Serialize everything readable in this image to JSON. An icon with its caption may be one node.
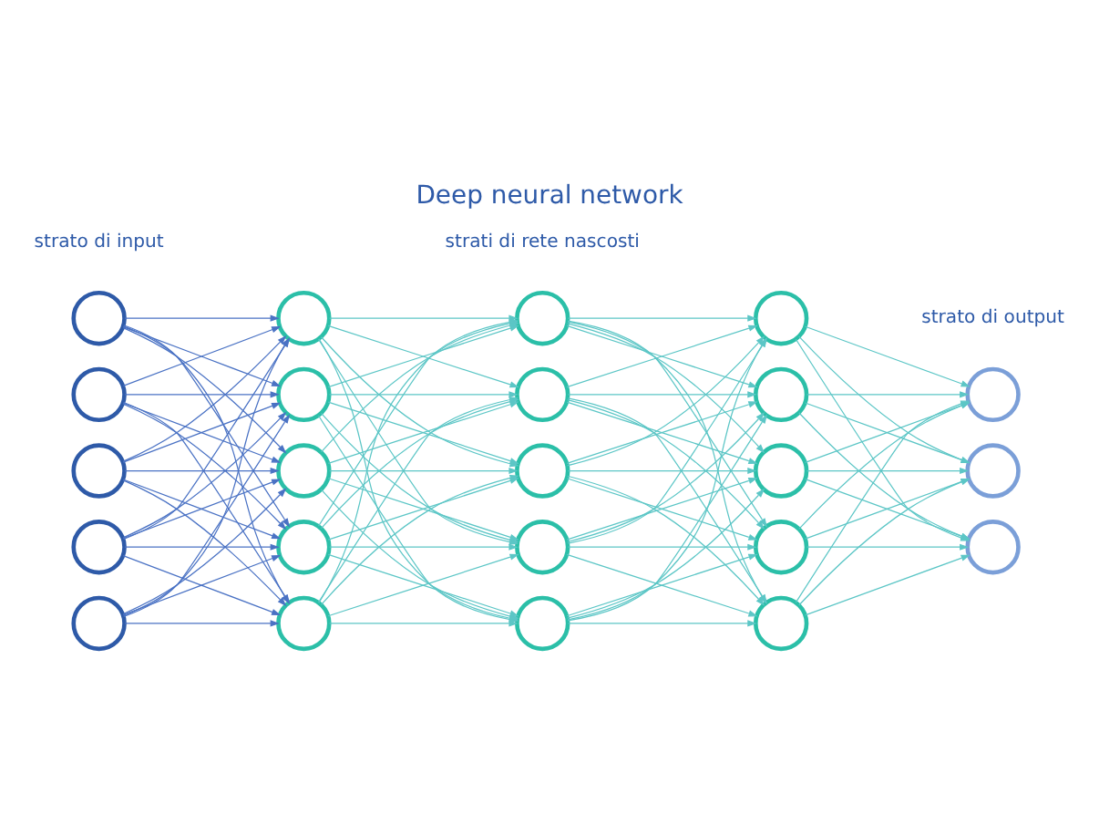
{
  "diagram": {
    "title": "Deep neural network",
    "nodes": [
      {
        "text": [],
        "shape": "circle"
      },
      {
        "text": [],
        "shape": "circle"
      },
      {
        "text": [],
        "shape": "circle"
      },
      {
        "text": [],
        "shape": "circle"
      },
      {
        "text": [],
        "shape": "circle"
      },
      {
        "text": [],
        "shape": "circle"
      },
      {
        "text": [],
        "shape": "circle"
      },
      {
        "text": [],
        "shape": "circle"
      },
      {
        "text": [],
        "shape": "circle"
      },
      {
        "text": [],
        "shape": "circle"
      },
      {
        "text": [],
        "shape": "circle"
      },
      {
        "text": [],
        "shape": "circle"
      },
      {
        "text": [],
        "shape": "circle"
      },
      {
        "text": [],
        "shape": "circle"
      },
      {
        "text": [],
        "shape": "circle"
      },
      {
        "text": [],
        "shape": "circle"
      },
      {
        "text": [],
        "shape": "circle"
      },
      {
        "text": [],
        "shape": "circle"
      },
      {
        "text": [],
        "shape": "circle"
      },
      {
        "text": [],
        "shape": "circle"
      },
      {
        "text": [],
        "shape": "circle"
      },
      {
        "text": [],
        "shape": "circle"
      },
      {
        "text": [],
        "shape": "circle"
      }
    ],
    "edges": [
      {
        "from": 0,
        "to": 5,
        "arrow": "to",
        "color": "#4a72c4"
      },
      {
        "from": 0,
        "to": 6,
        "arrow": "to",
        "color": "#4a72c4"
      },
      {
        "from": 0,
        "to": 7,
        "arrow": "to",
        "color": "#4a72c4"
      },
      {
        "from": 0,
        "to": 8,
        "arrow": "to",
        "color": "#4a72c4"
      },
      {
        "from": 0,
        "to": 9,
        "arrow": "to",
        "color": "#4a72c4"
      },
      {
        "from": 1,
        "to": 5,
        "arrow": "to",
        "color": "#4a72c4"
      },
      {
        "from": 1,
        "to": 6,
        "arrow": "to",
        "color": "#4a72c4"
      },
      {
        "from": 1,
        "to": 7,
        "arrow": "to",
        "color": "#4a72c4"
      },
      {
        "from": 1,
        "to": 8,
        "arrow": "to",
        "color": "#4a72c4"
      },
      {
        "from": 1,
        "to": 9,
        "arrow": "to",
        "color": "#4a72c4"
      },
      {
        "from": 2,
        "to": 5,
        "arrow": "to",
        "color": "#4a72c4"
      },
      {
        "from": 2,
        "to": 6,
        "arrow": "to",
        "color": "#4a72c4"
      },
      {
        "from": 2,
        "to": 7,
        "arrow": "to",
        "color": "#4a72c4"
      },
      {
        "from": 2,
        "to": 8,
        "arrow": "to",
        "color": "#4a72c4"
      },
      {
        "from": 2,
        "to": 9,
        "arrow": "to",
        "color": "#4a72c4"
      },
      {
        "from": 3,
        "to": 5,
        "arrow": "to",
        "color": "#4a72c4"
      },
      {
        "from": 3,
        "to": 6,
        "arrow": "to",
        "color": "#4a72c4"
      },
      {
        "from": 3,
        "to": 7,
        "arrow": "to",
        "color": "#4a72c4"
      },
      {
        "from": 3,
        "to": 8,
        "arrow": "to",
        "color": "#4a72c4"
      },
      {
        "from": 3,
        "to": 9,
        "arrow": "to",
        "color": "#4a72c4"
      },
      {
        "from": 4,
        "to": 5,
        "arrow": "to",
        "color": "#4a72c4"
      },
      {
        "from": 4,
        "to": 6,
        "arrow": "to",
        "color": "#4a72c4"
      },
      {
        "from": 4,
        "to": 7,
        "arrow": "to",
        "color": "#4a72c4"
      },
      {
        "from": 4,
        "to": 8,
        "arrow": "to",
        "color": "#4a72c4"
      },
      {
        "from": 4,
        "to": 9,
        "arrow": "to",
        "color": "#4a72c4"
      },
      {
        "from": 5,
        "to": 10,
        "arrow": "to"
      },
      {
        "from": 5,
        "to": 11,
        "arrow": "to"
      },
      {
        "from": 5,
        "to": 12,
        "arrow": "to"
      },
      {
        "from": 5,
        "to": 13,
        "arrow": "to"
      },
      {
        "from": 5,
        "to": 14,
        "arrow": "to"
      },
      {
        "from": 6,
        "to": 10,
        "arrow": "to"
      },
      {
        "from": 6,
        "to": 11,
        "arrow": "to"
      },
      {
        "from": 6,
        "to": 12,
        "arrow": "to"
      },
      {
        "from": 6,
        "to": 13,
        "arrow": "to"
      },
      {
        "from": 6,
        "to": 14,
        "arrow": "to"
      },
      {
        "from": 7,
        "to": 10,
        "arrow": "to"
      },
      {
        "from": 7,
        "to": 11,
        "arrow": "to"
      },
      {
        "from": 7,
        "to": 12,
        "arrow": "to"
      },
      {
        "from": 7,
        "to": 13,
        "arrow": "to"
      },
      {
        "from": 7,
        "to": 14,
        "arrow": "to"
      },
      {
        "from": 8,
        "to": 10,
        "arrow": "to"
      },
      {
        "from": 8,
        "to": 11,
        "arrow": "to"
      },
      {
        "from": 8,
        "to": 12,
        "arrow": "to"
      },
      {
        "from": 8,
        "to": 13,
        "arrow": "to"
      },
      {
        "from": 8,
        "to": 14,
        "arrow": "to"
      },
      {
        "from": 9,
        "to": 10,
        "arrow": "to"
      },
      {
        "from": 9,
        "to": 11,
        "arrow": "to"
      },
      {
        "from": 9,
        "to": 12,
        "arrow": "to"
      },
      {
        "from": 9,
        "to": 13,
        "arrow": "to"
      },
      {
        "from": 9,
        "to": 14,
        "arrow": "to"
      },
      {
        "from": 10,
        "to": 15,
        "arrow": "to"
      },
      {
        "from": 10,
        "to": 16,
        "arrow": "to"
      },
      {
        "from": 10,
        "to": 17,
        "arrow": "to"
      },
      {
        "from": 10,
        "to": 18,
        "arrow": "to"
      },
      {
        "from": 10,
        "to": 19,
        "arrow": "to"
      },
      {
        "from": 11,
        "to": 15,
        "arrow": "to"
      },
      {
        "from": 11,
        "to": 16,
        "arrow": "to"
      },
      {
        "from": 11,
        "to": 17,
        "arrow": "to"
      },
      {
        "from": 11,
        "to": 18,
        "arrow": "to"
      },
      {
        "from": 11,
        "to": 19,
        "arrow": "to"
      },
      {
        "from": 12,
        "to": 15,
        "arrow": "to"
      },
      {
        "from": 12,
        "to": 16,
        "arrow": "to"
      },
      {
        "from": 12,
        "to": 17,
        "arrow": "to"
      },
      {
        "from": 12,
        "to": 18,
        "arrow": "to"
      },
      {
        "from": 12,
        "to": 19,
        "arrow": "to"
      },
      {
        "from": 13,
        "to": 15,
        "arrow": "to"
      },
      {
        "from": 13,
        "to": 16,
        "arrow": "to"
      },
      {
        "from": 13,
        "to": 17,
        "arrow": "to"
      },
      {
        "from": 13,
        "to": 18,
        "arrow": "to"
      },
      {
        "from": 13,
        "to": 19,
        "arrow": "to"
      },
      {
        "from": 14,
        "to": 15,
        "arrow": "to"
      },
      {
        "from": 14,
        "to": 16,
        "arrow": "to"
      },
      {
        "from": 14,
        "to": 17,
        "arrow": "to"
      },
      {
        "from": 14,
        "to": 18,
        "arrow": "to"
      },
      {
        "from": 14,
        "to": 19,
        "arrow": "to"
      },
      {
        "from": 15,
        "to": 20,
        "arrow": "to"
      },
      {
        "from": 15,
        "to": 21,
        "arrow": "to"
      },
      {
        "from": 15,
        "to": 22,
        "arrow": "to"
      },
      {
        "from": 16,
        "to": 20,
        "arrow": "to"
      },
      {
        "from": 16,
        "to": 21,
        "arrow": "to"
      },
      {
        "from": 16,
        "to": 22,
        "arrow": "to"
      },
      {
        "from": 17,
        "to": 20,
        "arrow": "to"
      },
      {
        "from": 17,
        "to": 21,
        "arrow": "to"
      },
      {
        "from": 17,
        "to": 22,
        "arrow": "to"
      },
      {
        "from": 18,
        "to": 20,
        "arrow": "to"
      },
      {
        "from": 18,
        "to": 21,
        "arrow": "to"
      },
      {
        "from": 18,
        "to": 22,
        "arrow": "to"
      },
      {
        "from": 19,
        "to": 20,
        "arrow": "to"
      },
      {
        "from": 19,
        "to": 21,
        "arrow": "to"
      },
      {
        "from": 19,
        "to": 22,
        "arrow": "to"
      }
    ],
    "labels": [
      "strato di input",
      "strati di rete nascosti",
      "strato di output"
    ]
  }
}
